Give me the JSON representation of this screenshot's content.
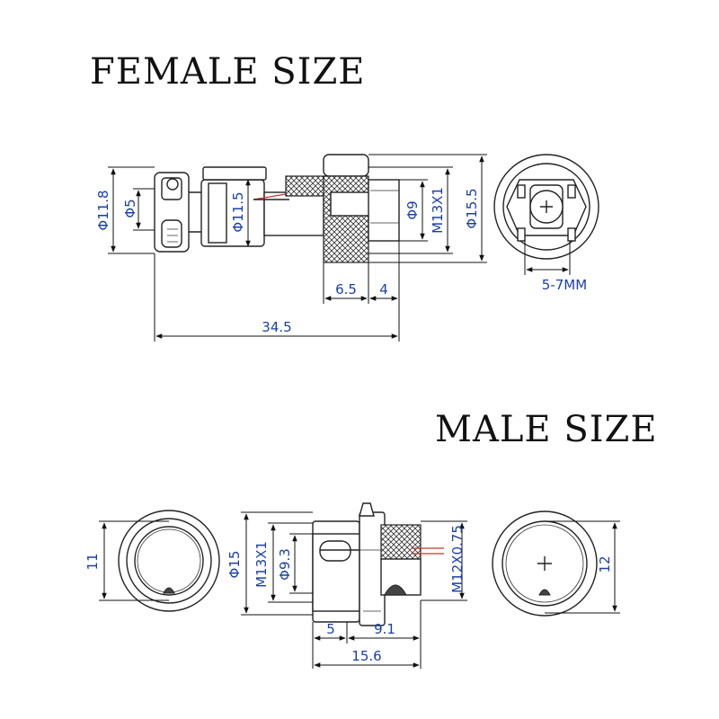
{
  "female": {
    "title": "FEMALE SIZE",
    "dims": {
      "d_outer": "Φ11.8",
      "d_pin": "Φ5",
      "d_body": "Φ11.5",
      "d_inner": "Φ9",
      "thread": "M13X1",
      "d_nut": "Φ15.5",
      "len_nut": "6.5",
      "len_ring": "4",
      "total": "34.5",
      "cable": "5-7MM"
    }
  },
  "male": {
    "title": "MALE SIZE",
    "dims": {
      "front_h": "11",
      "d_flange": "Φ15",
      "thread_front": "M13X1",
      "d_inner": "Φ9.3",
      "thread_back": "M12X0.75",
      "back_h": "12",
      "len_front": "5",
      "len_back": "9.1",
      "total": "15.6"
    }
  }
}
